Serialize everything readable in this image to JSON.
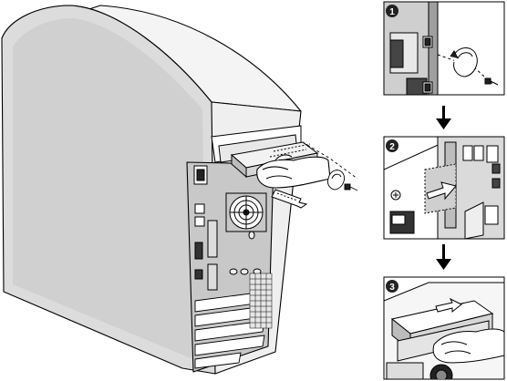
{
  "figure": {
    "description_labels": [],
    "steps": [
      {
        "number": "1",
        "icon": "screw-removal-icon"
      },
      {
        "number": "2",
        "icon": "push-release-icon"
      },
      {
        "number": "3",
        "icon": "pull-drive-icon"
      }
    ],
    "colors": {
      "line": "#000000",
      "panel_fill": "#ffffff",
      "case_side": "#d9d9d9",
      "case_front": "#efefef",
      "back_panel": "#bfbfbf",
      "dark": "#222222"
    }
  }
}
